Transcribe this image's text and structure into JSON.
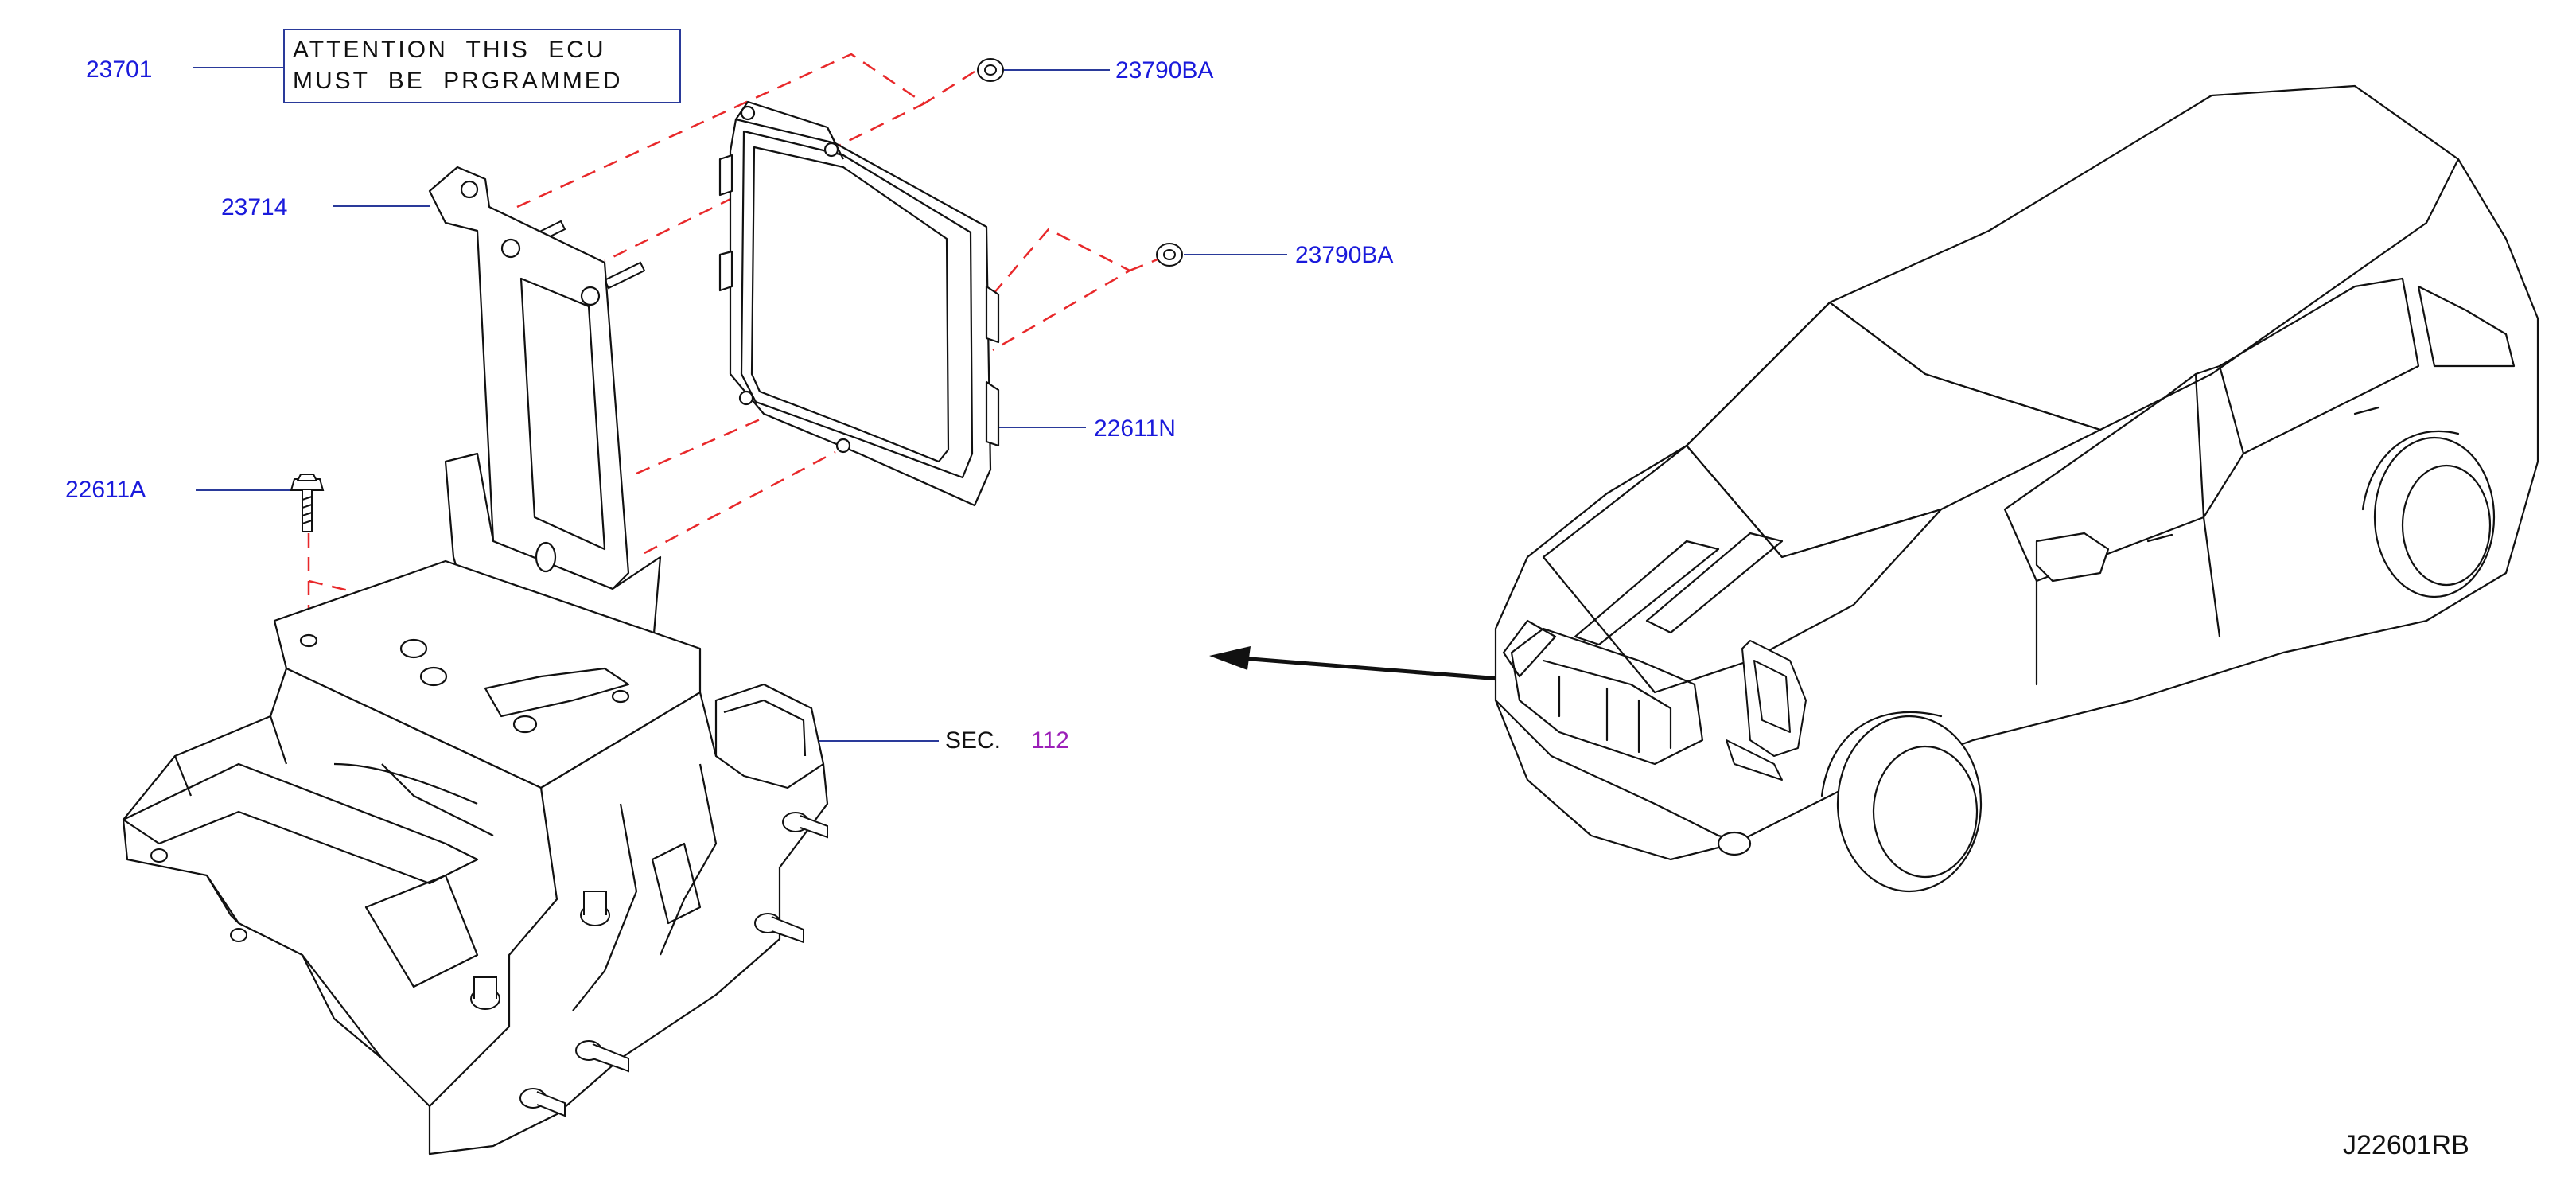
{
  "notice": {
    "line1": "ATTENTION THIS ECU",
    "line2": "MUST BE PRGRAMMED"
  },
  "callouts": {
    "notice_part": "23701",
    "bracket": "23714",
    "bolt": "22611A",
    "grommet_top": "23790BA",
    "grommet_mid": "23790BA",
    "ecu": "22611N",
    "section_prefix": "SEC.",
    "section_number": "112"
  },
  "drawing_id": "J22601RB",
  "colors": {
    "part_number": "#1a1adb",
    "section_number": "#9b1fb8",
    "leader": "#2a3a9a",
    "dashed": "#e8282a",
    "line": "#111111"
  }
}
